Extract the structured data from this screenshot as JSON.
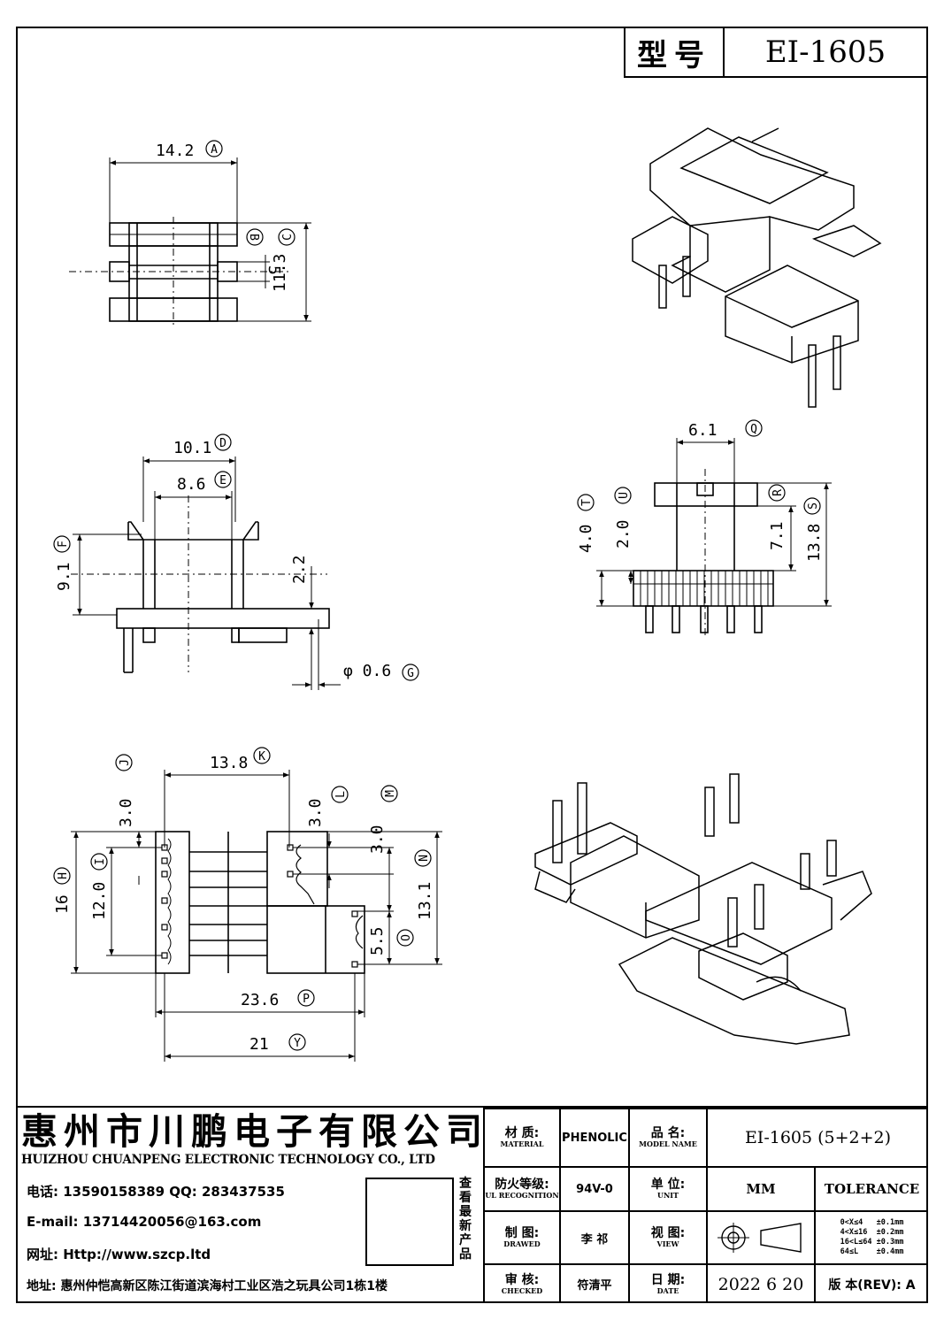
{
  "title": {
    "label": "型号",
    "model": "EI-1605"
  },
  "dims": {
    "a": "14.2",
    "b": "5",
    "c": "11.3",
    "d": "10.1",
    "e": "8.6",
    "f": "9.1",
    "h": "2.2",
    "g": "φ 0.6",
    "q": "6.1",
    "t": "4.0",
    "u": "2.0",
    "r": "7.1",
    "s": "13.8",
    "k": "13.8",
    "j": "3.0",
    "l": "3.0",
    "m": "3.0",
    "hh": "16",
    "i": "12.0",
    "n": "13.1",
    "o": "5.5",
    "p": "23.6",
    "y": "21"
  },
  "markers": {
    "A": "A",
    "B": "B",
    "C": "C",
    "D": "D",
    "E": "E",
    "F": "F",
    "G": "G",
    "H": "H",
    "I": "I",
    "J": "J",
    "K": "K",
    "L": "L",
    "M": "M",
    "N": "N",
    "O": "O",
    "P": "P",
    "Q": "Q",
    "R": "R",
    "S": "S",
    "T": "T",
    "U": "U",
    "Y": "Y"
  },
  "company": {
    "name_cn": "惠州市川鹏电子有限公司",
    "name_en": "HUIZHOU CHUANPENG ELECTRONIC TECHNOLOGY CO., LTD",
    "tel": "电话: 13590158389  QQ: 283437535",
    "email": "E-mail: 13714420056@163.com",
    "web": "网址: Http://www.szcp.ltd",
    "address": "地址: 惠州仲恺高新区陈江街道滨海村工业区浩之玩具公司1栋1楼",
    "qr_label": "查看最新产品"
  },
  "table": {
    "material_cn": "材 质:",
    "material_en": "MATERIAL",
    "material_val": "PHENOLIC",
    "model_cn": "品 名:",
    "model_en": "MODEL NAME",
    "model_val": "EI-1605 (5+2+2)",
    "ul_cn": "防火等级:",
    "ul_en": "UL RECOGNITION",
    "ul_val": "94V-0",
    "unit_cn": "单 位:",
    "unit_en": "UNIT",
    "unit_val": "MM",
    "tolerance": "TOLERANCE",
    "drawn_cn": "制 图:",
    "drawn_en": "DRAWED",
    "drawn_val": "李 祁",
    "view_cn": "视 图:",
    "view_en": "VIEW",
    "tol_lines": [
      "0<X≤4   ±0.1mm",
      "4<X≤16  ±0.2mm",
      "16<L≤64 ±0.3mm",
      "64≤L    ±0.4mm"
    ],
    "checked_cn": "审 核:",
    "checked_en": "CHECKED",
    "checked_val": "符清平",
    "date_cn": "日 期:",
    "date_en": "DATE",
    "date_val": "2022 6 20",
    "rev": "版 本(REV): A"
  }
}
